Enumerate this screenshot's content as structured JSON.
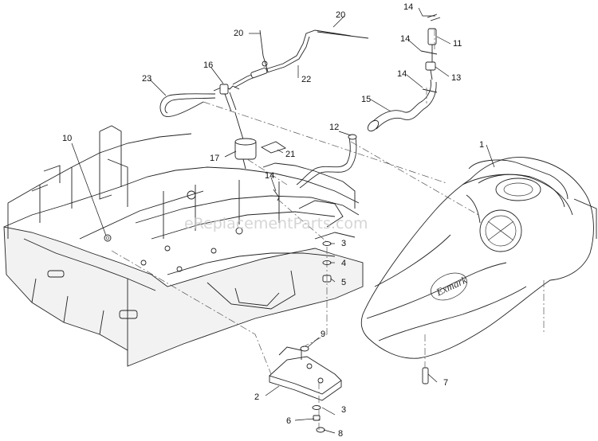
{
  "watermark": "eReplacementParts.com",
  "brand_logo_text": "Exmark",
  "callouts": {
    "c1": "1",
    "c2": "2",
    "c3a": "3",
    "c3b": "3",
    "c4": "4",
    "c5": "5",
    "c6": "6",
    "c7": "7",
    "c8": "8",
    "c9": "9",
    "c10": "10",
    "c11": "11",
    "c12": "12",
    "c13": "13",
    "c14a": "14",
    "c14b": "14",
    "c14c": "14",
    "c14d": "14",
    "c15": "15",
    "c16": "16",
    "c17": "17",
    "c20a": "20",
    "c20b": "20",
    "c21": "21",
    "c22": "22",
    "c23": "23"
  }
}
